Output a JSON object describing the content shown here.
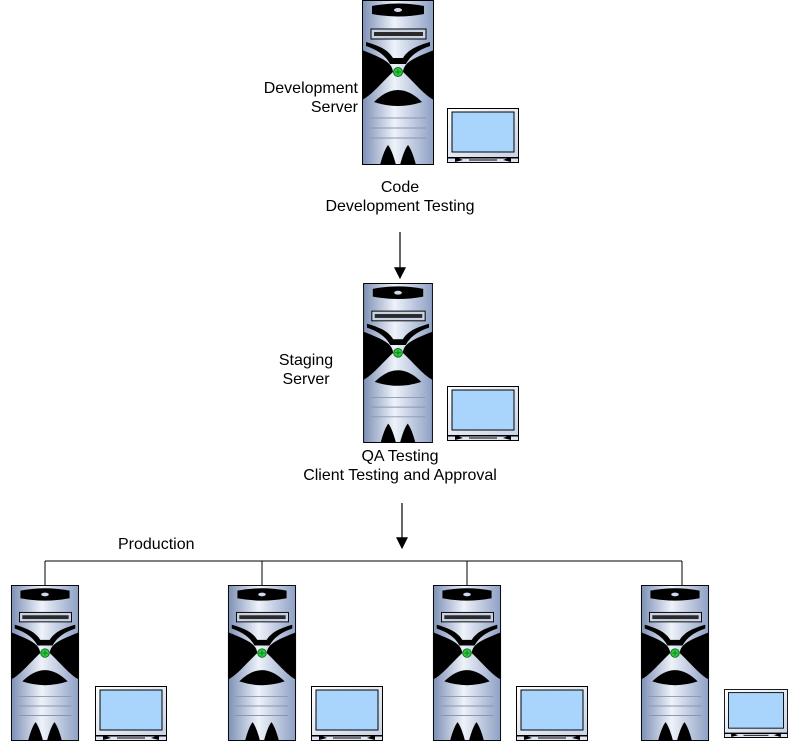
{
  "development": {
    "name_lines": [
      "Development",
      "Server"
    ],
    "task_lines": [
      "Code",
      "Development Testing"
    ]
  },
  "staging": {
    "name_lines": [
      "Staging",
      "Server"
    ],
    "task_lines": [
      "QA Testing",
      "Client Testing and Approval"
    ]
  },
  "production": {
    "label": "Production",
    "server_count": 4
  },
  "colors": {
    "tower_light": "#eef2fa",
    "tower_mid": "#a9bad9",
    "tower_dark": "#7d90b5",
    "screen": "#a9d4fb",
    "power_led": "#2ecc40",
    "stroke": "#000000"
  }
}
